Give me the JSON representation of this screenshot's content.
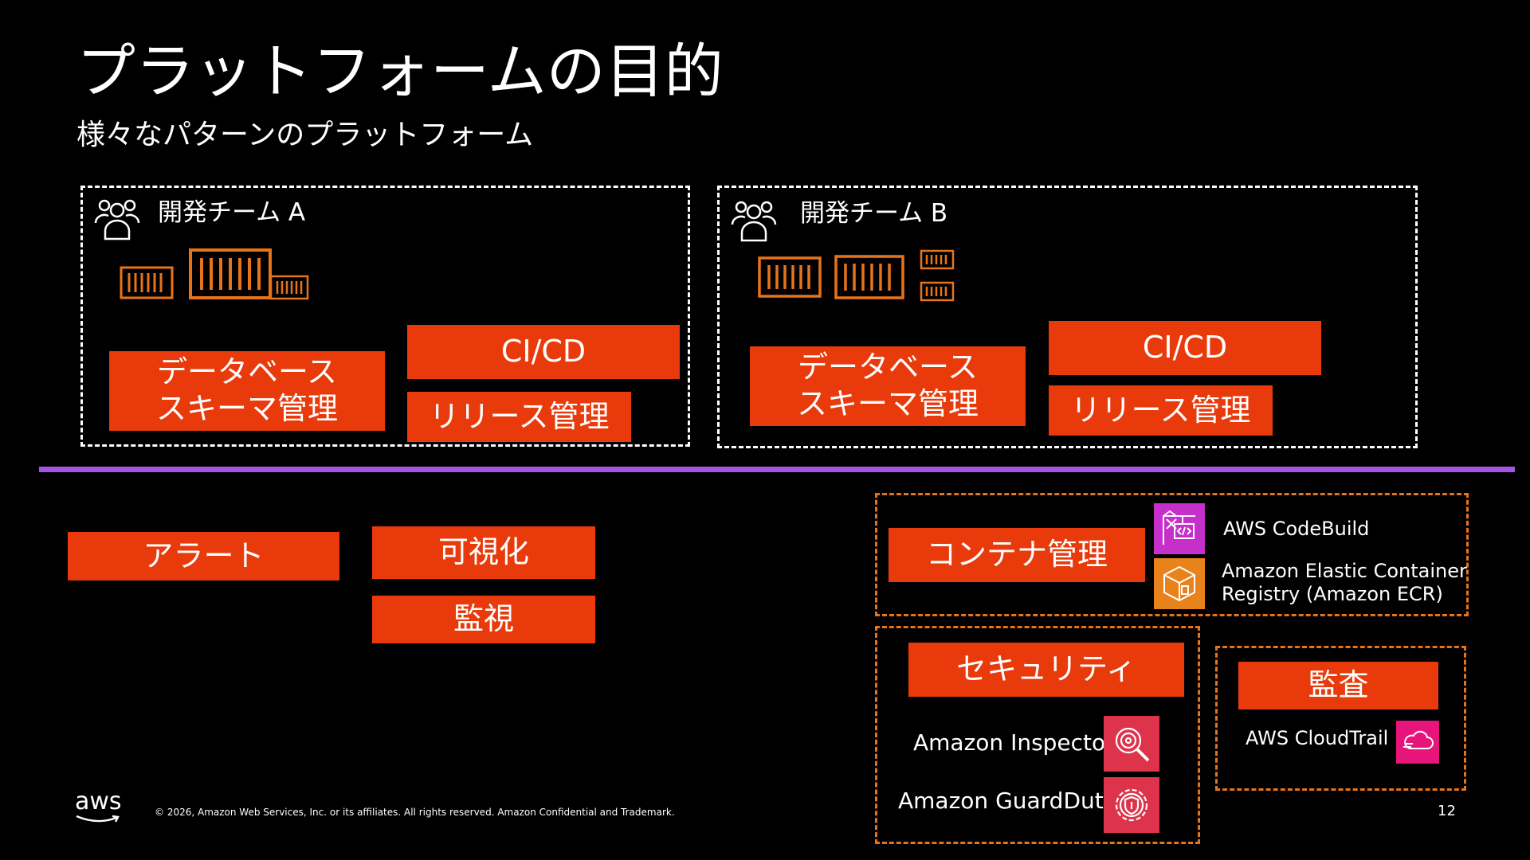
{
  "slide": {
    "title": "プラットフォームの目的",
    "subtitle": "様々なパターンのプラットフォーム",
    "page_number": "12",
    "copyright": "© 2026, Amazon Web Services, Inc. or its affiliates. All rights reserved. Amazon Confidential and Trademark.",
    "logo_text": "aws"
  },
  "team_a": {
    "label": "開発チーム A",
    "db_schema": "データベース\nスキーマ管理",
    "cicd": "CI/CD",
    "release": "リリース管理"
  },
  "team_b": {
    "label": "開発チーム B",
    "db_schema": "データベース\nスキーマ管理",
    "cicd": "CI/CD",
    "release": "リリース管理"
  },
  "platform": {
    "alert": "アラート",
    "visualization": "可視化",
    "monitoring": "監視",
    "container": {
      "label": "コンテナ管理",
      "services": [
        "AWS CodeBuild",
        "Amazon Elastic Container\nRegistry (Amazon ECR)"
      ]
    },
    "security": {
      "label": "セキュリティ",
      "services": [
        "Amazon Inspector",
        "Amazon GuardDuty"
      ]
    },
    "audit": {
      "label": "監査",
      "services": [
        "AWS CloudTrail"
      ]
    }
  },
  "icons": {
    "team": "users-icon",
    "container": "shipping-container-icon",
    "codebuild": "codebuild-icon",
    "ecr": "ecr-icon",
    "inspector": "inspector-icon",
    "guardduty": "guardduty-icon",
    "cloudtrail": "cloudtrail-icon"
  },
  "colors": {
    "accent_red": "#e83a0b",
    "container_orange": "#e8741a",
    "divider_purple": "#a455e6",
    "codebuild_magenta": "#c62fc9",
    "ecr_orange": "#e8821a",
    "security_red": "#dd344c",
    "cloudtrail_pink": "#e7157b"
  }
}
